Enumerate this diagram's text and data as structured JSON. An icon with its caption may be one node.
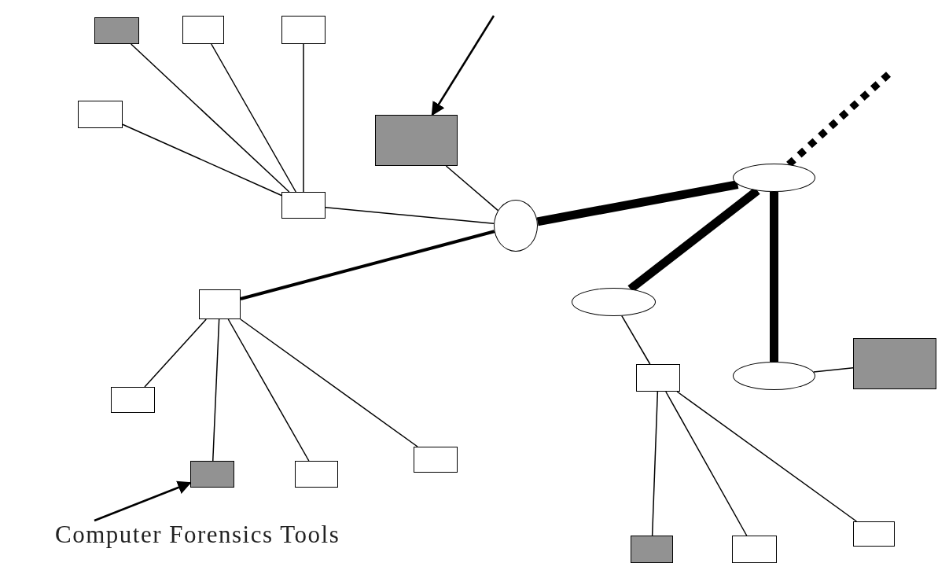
{
  "diagram": {
    "nodes": [
      {
        "text": [],
        "shape": "box"
      },
      {
        "text": [],
        "shape": "box"
      },
      {
        "text": [],
        "shape": "box"
      },
      {
        "text": [],
        "shape": "box"
      },
      {
        "text": [],
        "shape": "box"
      },
      {
        "text": [],
        "shape": "ellipse"
      },
      {
        "text": [],
        "shape": "box"
      },
      {
        "text": [],
        "shape": "ellipse"
      },
      {
        "text": [],
        "shape": "box"
      },
      {
        "text": [],
        "shape": "ellipse"
      },
      {
        "text": [],
        "shape": "box"
      },
      {
        "text": [],
        "shape": "ellipse"
      },
      {
        "text": [],
        "shape": "box"
      },
      {
        "text": [],
        "shape": "box"
      },
      {
        "text": [],
        "shape": "box"
      },
      {
        "text": [],
        "shape": "box"
      },
      {
        "text": [],
        "shape": "box"
      },
      {
        "text": [],
        "shape": "box"
      },
      {
        "text": [],
        "shape": "box"
      },
      {
        "text": [],
        "shape": "box"
      },
      {
        "text": [
          "Computer Forensics Tools"
        ]
      }
    ],
    "edges": [
      {
        "from": 0,
        "to": 6,
        "arrow": "none"
      },
      {
        "from": 1,
        "to": 6,
        "arrow": "none"
      },
      {
        "from": 2,
        "to": 6,
        "arrow": "none"
      },
      {
        "from": 3,
        "to": 6,
        "arrow": "none"
      },
      {
        "from": 6,
        "to": 7,
        "arrow": "none"
      },
      {
        "from": 4,
        "to": 7,
        "arrow": "none"
      },
      {
        "from": null,
        "to": 4,
        "arrow": "to"
      },
      {
        "from": 7,
        "to": 8,
        "arrow": "none",
        "style": "thick"
      },
      {
        "from": 7,
        "to": 5,
        "arrow": "none",
        "style": "thick"
      },
      {
        "from": 5,
        "to": 9,
        "arrow": "none",
        "style": "thick"
      },
      {
        "from": 5,
        "to": 11,
        "arrow": "none",
        "style": "thick"
      },
      {
        "from": 5,
        "to": null,
        "arrow": "none",
        "style": "dashed"
      },
      {
        "from": 8,
        "to": 13,
        "arrow": "none"
      },
      {
        "from": 8,
        "to": 15,
        "arrow": "none"
      },
      {
        "from": 8,
        "to": 16,
        "arrow": "none"
      },
      {
        "from": 8,
        "to": 14,
        "arrow": "none"
      },
      {
        "from": 9,
        "to": 12,
        "arrow": "none"
      },
      {
        "from": 11,
        "to": 10,
        "arrow": "none"
      },
      {
        "from": 12,
        "to": 17,
        "arrow": "none"
      },
      {
        "from": 12,
        "to": 18,
        "arrow": "none"
      },
      {
        "from": 12,
        "to": 19,
        "arrow": "none"
      },
      {
        "from": 20,
        "to": 15,
        "arrow": "to"
      }
    ]
  }
}
